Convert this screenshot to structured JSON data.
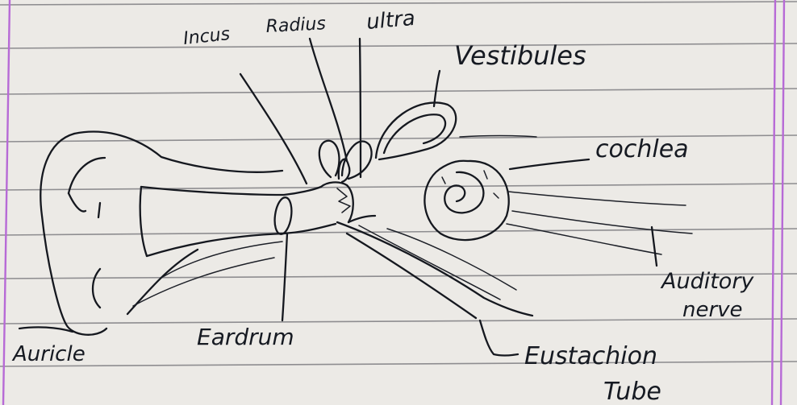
{
  "diagram": {
    "labels": {
      "incus": "Incus",
      "radius": "Radius",
      "ultra": "ultra",
      "vestibules": "Vestibules",
      "cochlea": "cochlea",
      "auditory_line1": "Auditory",
      "auditory_line2": "nerve",
      "auricle": "Auricle",
      "eardrum": "Eardrum",
      "eustachian_line1": "Eustachion",
      "eustachian_line2": "Tube"
    }
  }
}
